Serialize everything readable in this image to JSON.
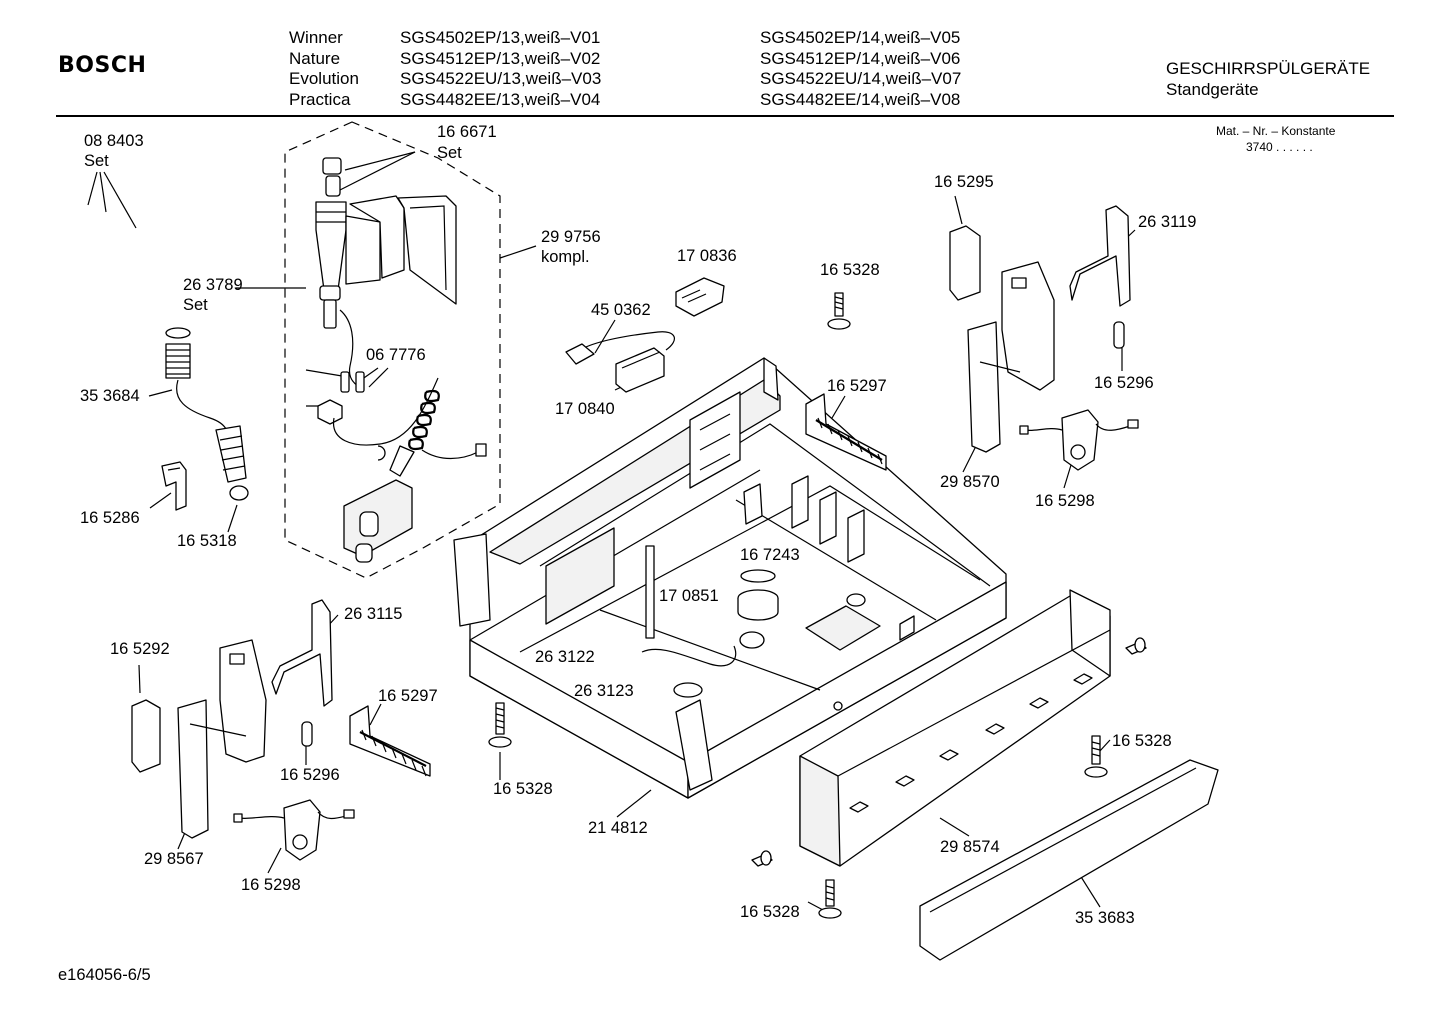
{
  "header": {
    "brand": "BOSCH",
    "models": [
      {
        "name": "Winner",
        "col1": "SGS4502EP/13,weiß–V01",
        "col2": "SGS4502EP/14,weiß–V05"
      },
      {
        "name": "Nature",
        "col1": "SGS4512EP/13,weiß–V02",
        "col2": "SGS4512EP/14,weiß–V06"
      },
      {
        "name": "Evolution",
        "col1": "SGS4522EU/13,weiß–V03",
        "col2": "SGS4522EU/14,weiß–V07"
      },
      {
        "name": "Practica",
        "col1": "SGS4482EE/13,weiß–V04",
        "col2": "SGS4482EE/14,weiß–V08"
      }
    ],
    "category": "GESCHIRRSPÜLGERÄTE",
    "subcategory": "Standgeräte",
    "mat_label": "Mat. – Nr. – Konstante",
    "mat_value": "3740  .  .    .  .  .  ."
  },
  "labels": {
    "l088403": "08 8403",
    "l088403_set": "Set",
    "l166671": "16 6671",
    "l166671_set": "Set",
    "l299756": "29 9756",
    "l299756_k": "kompl.",
    "l263789": "26 3789",
    "l263789_set": "Set",
    "l067776": "06 7776",
    "l353684": "35 3684",
    "l165286": "16 5286",
    "l165318": "16 5318",
    "l170836": "17 0836",
    "l450362": "45 0362",
    "l170840": "17 0840",
    "l165328_a": "16 5328",
    "l165297_a": "16 5297",
    "l165295": "16 5295",
    "l263119": "26 3119",
    "l165296_a": "16 5296",
    "l298570": "29 8570",
    "l165298_a": "16 5298",
    "l167243": "16 7243",
    "l170851": "17 0851",
    "l263122": "26 3122",
    "l263123": "26 3123",
    "l263115": "26 3115",
    "l165292": "16 5292",
    "l165297_b": "16 5297",
    "l165296_b": "16 5296",
    "l298567": "29 8567",
    "l165298_b": "16 5298",
    "l165328_b": "16 5328",
    "l214812": "21 4812",
    "l165328_c": "16 5328",
    "l298574": "29 8574",
    "l165328_d": "16 5328",
    "l353683": "35 3683"
  },
  "footer": {
    "code": "e164056-6/5"
  }
}
